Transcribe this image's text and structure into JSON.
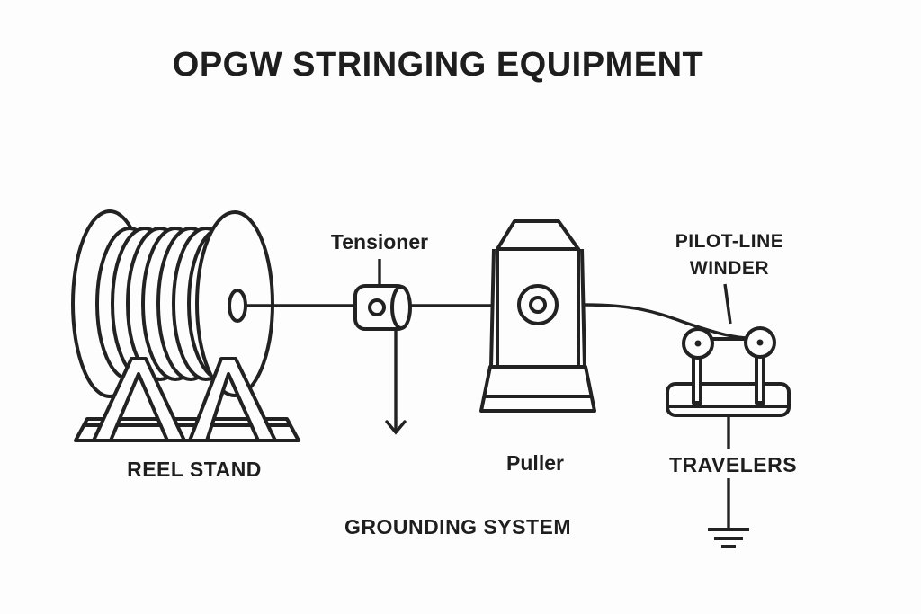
{
  "title": "OPGW STRINGING EQUIPMENT",
  "colors": {
    "background": "#fdfdfd",
    "line": "#222222",
    "text": "#1e1e1e"
  },
  "components": {
    "reel_stand": {
      "label": "REEL STAND"
    },
    "tensioner": {
      "label": "Tensioner"
    },
    "grounding_system": {
      "label": "GROUNDING SYSTEM"
    },
    "puller": {
      "label": "Puller"
    },
    "pilot_line_winder": {
      "label_line1": "PILOT-LINE",
      "label_line2": "WINDER"
    },
    "travelers": {
      "label": "TRAVELERS"
    }
  }
}
